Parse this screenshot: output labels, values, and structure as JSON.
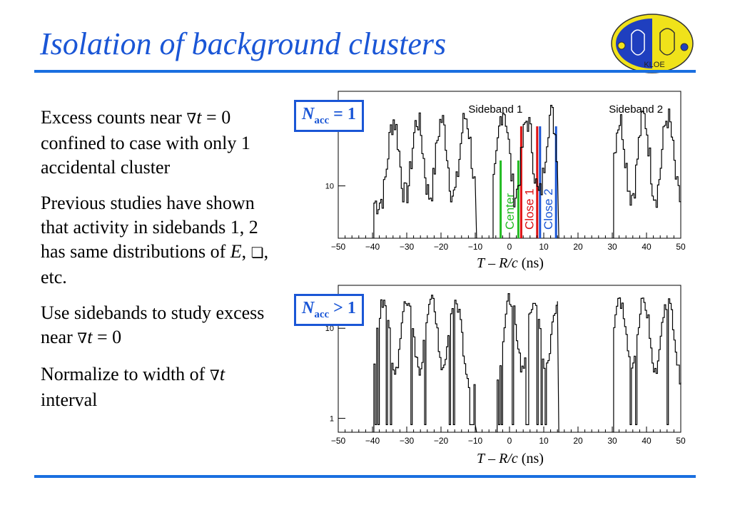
{
  "slide": {
    "title": "Isolation of background clusters",
    "accent_color": "#1a56d6",
    "rule_color": "#1a6fe0"
  },
  "logo": {
    "text": "KLOE",
    "icon": "kloe-logo-icon"
  },
  "bullets": [
    {
      "parts": [
        {
          "t": "Excess counts near "
        },
        {
          "t": "∇",
          "sym": true
        },
        {
          "t": "t",
          "i": true
        },
        {
          "t": " = 0 confined to case with only 1 accidental cluster"
        }
      ]
    },
    {
      "parts": [
        {
          "t": "Previous studies have shown that activity in sidebands 1, 2 has same distributions of "
        },
        {
          "t": "E",
          "i": true
        },
        {
          "t": ", "
        },
        {
          "t": "❏",
          "sym": true
        },
        {
          "t": ", etc."
        }
      ]
    },
    {
      "parts": [
        {
          "t": "Use sidebands to study excess near "
        },
        {
          "t": "∇",
          "sym": true
        },
        {
          "t": "t",
          "i": true
        },
        {
          "t": " = 0"
        }
      ]
    },
    {
      "parts": [
        {
          "t": "Normalize to width of "
        },
        {
          "t": "∇",
          "sym": true
        },
        {
          "t": "t",
          "i": true
        },
        {
          "t": " interval"
        }
      ]
    }
  ],
  "chart_data": [
    {
      "type": "line",
      "panel_label": {
        "N": "N",
        "sub": "acc",
        "rel": "= 1"
      },
      "xlabel": "T – R/c (ns)",
      "ylabel": "",
      "xlim": [
        -50,
        50
      ],
      "ylim_log": [
        5,
        35
      ],
      "yticks": [
        10
      ],
      "xticks": [
        -50,
        -40,
        -30,
        -20,
        -10,
        0,
        10,
        20,
        30,
        40,
        50
      ],
      "annotations": [
        "Sideband 1",
        "Sideband 2"
      ],
      "bands": [
        {
          "label": "Center",
          "x": [
            -3,
            3
          ],
          "color": "#22bb22"
        },
        {
          "label": "Close 1",
          "x": [
            3,
            8.5
          ],
          "color": "#dd1111"
        },
        {
          "label": "Close 2",
          "x": [
            8.5,
            14
          ],
          "color": "#1a56d6"
        }
      ],
      "peaks": [
        -34,
        -27,
        -20,
        -13,
        -2,
        5,
        12,
        32,
        39,
        46
      ],
      "peak_values": [
        24,
        24,
        24,
        25,
        28,
        24,
        26,
        24,
        25,
        25
      ],
      "gaps": [
        [
          -50,
          -40
        ],
        [
          -10,
          -5
        ],
        [
          14,
          30
        ]
      ],
      "series": [
        {
          "values_note": ""
        }
      ]
    },
    {
      "type": "line",
      "panel_label": {
        "N": "N",
        "sub": "acc",
        "rel": "> 1"
      },
      "xlabel": "T – R/c (ns)",
      "ylabel": "",
      "xlim": [
        -50,
        50
      ],
      "ylim_log": [
        0.7,
        30
      ],
      "yticks": [
        1,
        10
      ],
      "xticks": [
        -50,
        -40,
        -30,
        -20,
        -10,
        0,
        10,
        20,
        30,
        40,
        50
      ],
      "peaks": [
        -37,
        -30,
        -23,
        -16,
        0,
        7,
        14,
        32,
        39,
        46
      ],
      "peak_values": [
        20,
        20,
        20,
        20,
        22,
        20,
        20,
        20,
        20,
        20
      ],
      "gaps": [
        [
          -50,
          -40
        ],
        [
          -10,
          -4
        ],
        [
          14,
          30
        ]
      ]
    }
  ]
}
